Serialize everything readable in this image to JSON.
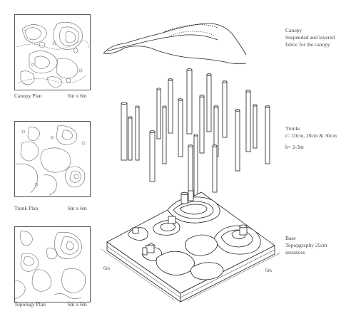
{
  "plans": [
    {
      "caption": "Canopy Plan",
      "size": "6m x 6m"
    },
    {
      "caption": "Trunk Plan",
      "size": "6m x 6m"
    },
    {
      "caption": "Topology Plan",
      "size": "6m x 6m"
    }
  ],
  "labels": {
    "canopy": {
      "title": "Canopy",
      "line1": "Suspended and layered",
      "line2": "fabric for the canopy"
    },
    "trunks": {
      "title": "Trunks",
      "line1": "r= 10cm, 20cm & 30cm",
      "line2": "h= 2-3m"
    },
    "base": {
      "title": "Base",
      "line1": "Topopgraphy 25cm",
      "line2": "instances"
    }
  },
  "dimensions": {
    "left": "6m",
    "right": "6m"
  }
}
